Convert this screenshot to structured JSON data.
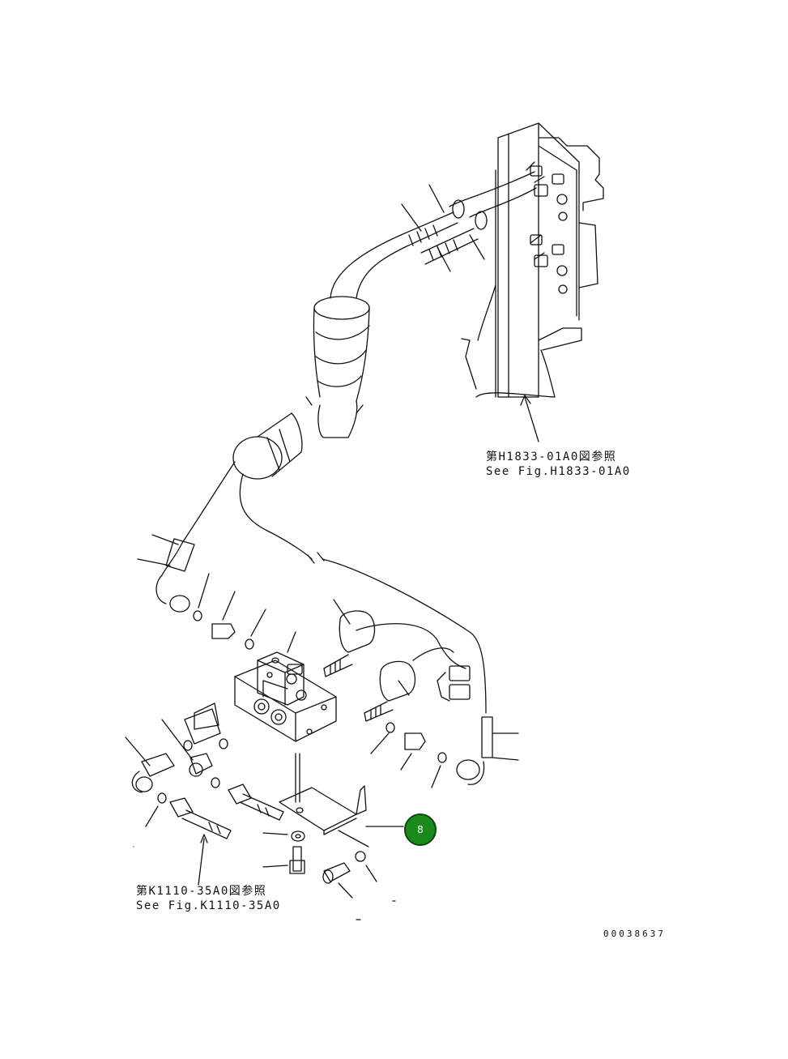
{
  "references": [
    {
      "jp": "第H1833-01A0図参照",
      "en": "See Fig.H1833-01A0"
    },
    {
      "jp": "第K1110-35A0図参照",
      "en": "See Fig.K1110-35A0"
    }
  ],
  "callout": {
    "number": "8",
    "color": "#1a8a1a"
  },
  "document_id": "00038637"
}
